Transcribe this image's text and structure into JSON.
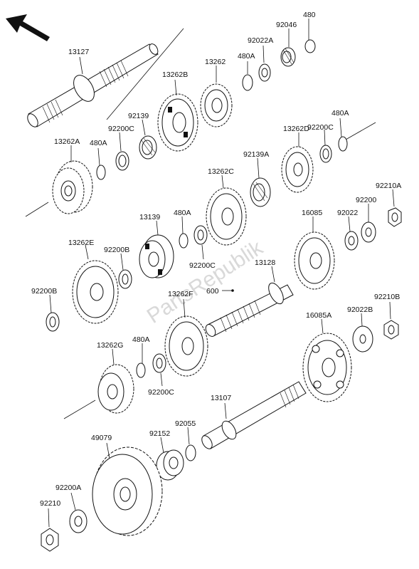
{
  "watermark": "PartsRepublik",
  "labels": {
    "p13127": "13127",
    "p13262B": "13262B",
    "p13262": "13262",
    "p480A_1": "480A",
    "p92022A": "92022A",
    "p92046": "92046",
    "p480": "480",
    "p92139": "92139",
    "p92200C_1": "92200C",
    "p13262A": "13262A",
    "p480A_2": "480A",
    "p13262D": "13262D",
    "p92200C_2": "92200C",
    "p480A_3": "480A",
    "p92139A": "92139A",
    "p13262C": "13262C",
    "p92210A": "92210A",
    "p92200": "92200",
    "p92022": "92022",
    "p16085": "16085",
    "p13139": "13139",
    "p480A_4": "480A",
    "p13262E": "13262E",
    "p92200B_1": "92200B",
    "p92200C_3": "92200C",
    "p13128": "13128",
    "p600": "600",
    "p13262F": "13262F",
    "p92200B_2": "92200B",
    "p92210B": "92210B",
    "p92022B": "92022B",
    "p16085A": "16085A",
    "p480A_5": "480A",
    "p13262G": "13262G",
    "p92200C_4": "92200C",
    "p13107": "13107",
    "p92055": "92055",
    "p92152": "92152",
    "p49079": "49079",
    "p92200A": "92200A",
    "p92210": "92210"
  }
}
